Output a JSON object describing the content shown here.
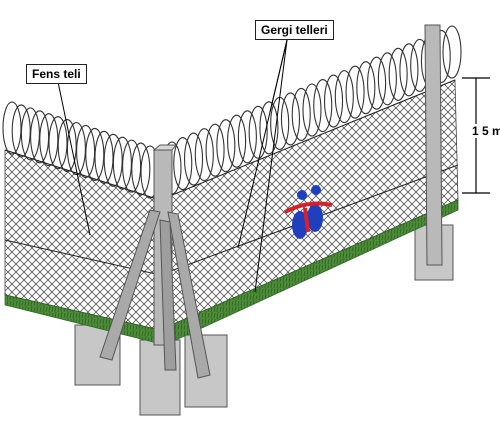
{
  "labels": {
    "fence_wire": "Fens teli",
    "tension_wires": "Gergi telleri",
    "height": "1 5 m"
  },
  "colors": {
    "mesh": "#3a3a3a",
    "post": "#b9b9b9",
    "post_shade": "#8e8e8e",
    "grass": "#4f8d3a",
    "concrete": "#c7c7c7",
    "logo_blue": "#1f3fbf",
    "logo_red": "#d8202a"
  },
  "icons": [
    "razor-wire-coil",
    "logo-emblem"
  ]
}
